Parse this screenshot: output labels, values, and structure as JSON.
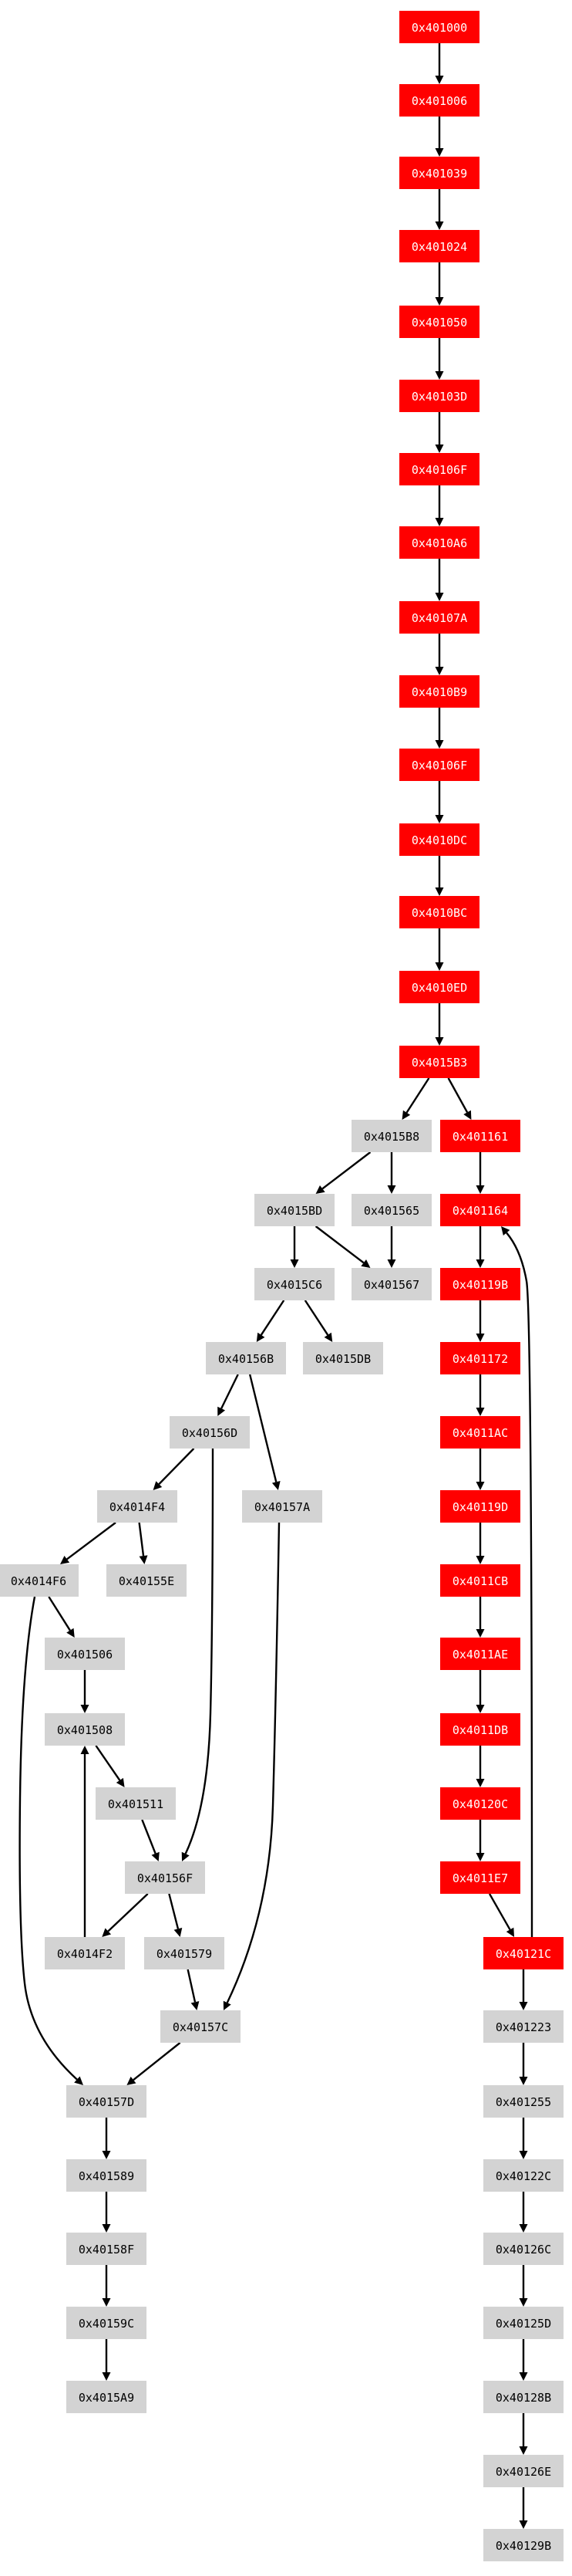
{
  "colors": {
    "executed": "#ff0000",
    "not_executed": "#d3d3d3",
    "executed_text": "#ffffff",
    "not_executed_text": "#000000",
    "edge": "#000000"
  },
  "nodes": [
    {
      "id": "0x401000",
      "label": "0x401000",
      "state": "executed"
    },
    {
      "id": "0x401006",
      "label": "0x401006",
      "state": "executed"
    },
    {
      "id": "0x401039",
      "label": "0x401039",
      "state": "executed"
    },
    {
      "id": "0x401024",
      "label": "0x401024",
      "state": "executed"
    },
    {
      "id": "0x401050",
      "label": "0x401050",
      "state": "executed"
    },
    {
      "id": "0x40103D",
      "label": "0x40103D",
      "state": "executed"
    },
    {
      "id": "0x40106F",
      "label": "0x40106F",
      "state": "executed"
    },
    {
      "id": "0x4010A6",
      "label": "0x4010A6",
      "state": "executed"
    },
    {
      "id": "0x40107A",
      "label": "0x40107A",
      "state": "executed"
    },
    {
      "id": "0x4010B9",
      "label": "0x4010B9",
      "state": "executed"
    },
    {
      "id": "0x40106F_2",
      "label": "0x40106F",
      "state": "executed"
    },
    {
      "id": "0x4010DC",
      "label": "0x4010DC",
      "state": "executed"
    },
    {
      "id": "0x4010BC",
      "label": "0x4010BC",
      "state": "executed"
    },
    {
      "id": "0x4010ED",
      "label": "0x4010ED",
      "state": "executed"
    },
    {
      "id": "0x4015B3",
      "label": "0x4015B3",
      "state": "executed"
    },
    {
      "id": "0x4015B8",
      "label": "0x4015B8",
      "state": "not_executed"
    },
    {
      "id": "0x401161",
      "label": "0x401161",
      "state": "executed"
    },
    {
      "id": "0x4015BD",
      "label": "0x4015BD",
      "state": "not_executed"
    },
    {
      "id": "0x401565",
      "label": "0x401565",
      "state": "not_executed"
    },
    {
      "id": "0x401164",
      "label": "0x401164",
      "state": "executed"
    },
    {
      "id": "0x4015C6",
      "label": "0x4015C6",
      "state": "not_executed"
    },
    {
      "id": "0x401567",
      "label": "0x401567",
      "state": "not_executed"
    },
    {
      "id": "0x40119B",
      "label": "0x40119B",
      "state": "executed"
    },
    {
      "id": "0x40156B",
      "label": "0x40156B",
      "state": "not_executed"
    },
    {
      "id": "0x4015DB",
      "label": "0x4015DB",
      "state": "not_executed"
    },
    {
      "id": "0x401172",
      "label": "0x401172",
      "state": "executed"
    },
    {
      "id": "0x40156D",
      "label": "0x40156D",
      "state": "not_executed"
    },
    {
      "id": "0x4011AC",
      "label": "0x4011AC",
      "state": "executed"
    },
    {
      "id": "0x4014F4",
      "label": "0x4014F4",
      "state": "not_executed"
    },
    {
      "id": "0x40157A",
      "label": "0x40157A",
      "state": "not_executed"
    },
    {
      "id": "0x40119D",
      "label": "0x40119D",
      "state": "executed"
    },
    {
      "id": "0x4014F6",
      "label": "0x4014F6",
      "state": "not_executed"
    },
    {
      "id": "0x40155E",
      "label": "0x40155E",
      "state": "not_executed"
    },
    {
      "id": "0x4011CB",
      "label": "0x4011CB",
      "state": "executed"
    },
    {
      "id": "0x401506",
      "label": "0x401506",
      "state": "not_executed"
    },
    {
      "id": "0x4011AE",
      "label": "0x4011AE",
      "state": "executed"
    },
    {
      "id": "0x401508",
      "label": "0x401508",
      "state": "not_executed"
    },
    {
      "id": "0x4011DB",
      "label": "0x4011DB",
      "state": "executed"
    },
    {
      "id": "0x401511",
      "label": "0x401511",
      "state": "not_executed"
    },
    {
      "id": "0x40120C",
      "label": "0x40120C",
      "state": "executed"
    },
    {
      "id": "0x40156F",
      "label": "0x40156F",
      "state": "not_executed"
    },
    {
      "id": "0x4011E7",
      "label": "0x4011E7",
      "state": "executed"
    },
    {
      "id": "0x4014F2",
      "label": "0x4014F2",
      "state": "not_executed"
    },
    {
      "id": "0x401579",
      "label": "0x401579",
      "state": "not_executed"
    },
    {
      "id": "0x40121C",
      "label": "0x40121C",
      "state": "executed"
    },
    {
      "id": "0x40157C",
      "label": "0x40157C",
      "state": "not_executed"
    },
    {
      "id": "0x401223",
      "label": "0x401223",
      "state": "not_executed"
    },
    {
      "id": "0x40157D",
      "label": "0x40157D",
      "state": "not_executed"
    },
    {
      "id": "0x401255",
      "label": "0x401255",
      "state": "not_executed"
    },
    {
      "id": "0x401589",
      "label": "0x401589",
      "state": "not_executed"
    },
    {
      "id": "0x40122C",
      "label": "0x40122C",
      "state": "not_executed"
    },
    {
      "id": "0x40158F",
      "label": "0x40158F",
      "state": "not_executed"
    },
    {
      "id": "0x40126C",
      "label": "0x40126C",
      "state": "not_executed"
    },
    {
      "id": "0x40159C",
      "label": "0x40159C",
      "state": "not_executed"
    },
    {
      "id": "0x40125D",
      "label": "0x40125D",
      "state": "not_executed"
    },
    {
      "id": "0x4015A9",
      "label": "0x4015A9",
      "state": "not_executed"
    },
    {
      "id": "0x40128B",
      "label": "0x40128B",
      "state": "not_executed"
    },
    {
      "id": "0x40126E",
      "label": "0x40126E",
      "state": "not_executed"
    },
    {
      "id": "0x40129B",
      "label": "0x40129B",
      "state": "not_executed"
    }
  ],
  "edges": [
    [
      "0x401000",
      "0x401006"
    ],
    [
      "0x401006",
      "0x401039"
    ],
    [
      "0x401039",
      "0x401024"
    ],
    [
      "0x401024",
      "0x401050"
    ],
    [
      "0x401050",
      "0x40103D"
    ],
    [
      "0x40103D",
      "0x40106F"
    ],
    [
      "0x40106F",
      "0x4010A6"
    ],
    [
      "0x4010A6",
      "0x40107A"
    ],
    [
      "0x40107A",
      "0x4010B9"
    ],
    [
      "0x4010B9",
      "0x40106F_2"
    ],
    [
      "0x40106F_2",
      "0x4010DC"
    ],
    [
      "0x4010DC",
      "0x4010BC"
    ],
    [
      "0x4010BC",
      "0x4010ED"
    ],
    [
      "0x4010ED",
      "0x4015B3"
    ],
    [
      "0x4015B3",
      "0x4015B8"
    ],
    [
      "0x4015B3",
      "0x401161"
    ],
    [
      "0x4015B8",
      "0x4015BD"
    ],
    [
      "0x4015B8",
      "0x401565"
    ],
    [
      "0x4015BD",
      "0x4015C6"
    ],
    [
      "0x4015BD",
      "0x401567"
    ],
    [
      "0x401565",
      "0x401567"
    ],
    [
      "0x4015C6",
      "0x40156B"
    ],
    [
      "0x4015C6",
      "0x4015DB"
    ],
    [
      "0x40156B",
      "0x40156D"
    ],
    [
      "0x40156B",
      "0x40157A"
    ],
    [
      "0x40156D",
      "0x4014F4"
    ],
    [
      "0x40156D",
      "0x40156F"
    ],
    [
      "0x4014F4",
      "0x4014F6"
    ],
    [
      "0x4014F4",
      "0x40155E"
    ],
    [
      "0x4014F6",
      "0x401506"
    ],
    [
      "0x4014F6",
      "0x40157D"
    ],
    [
      "0x401506",
      "0x401508"
    ],
    [
      "0x401508",
      "0x401511"
    ],
    [
      "0x401511",
      "0x40156F"
    ],
    [
      "0x40156F",
      "0x4014F2"
    ],
    [
      "0x40156F",
      "0x401579"
    ],
    [
      "0x4014F2",
      "0x401508"
    ],
    [
      "0x401579",
      "0x40157C"
    ],
    [
      "0x40157A",
      "0x40157C"
    ],
    [
      "0x40157C",
      "0x40157D"
    ],
    [
      "0x40157D",
      "0x401589"
    ],
    [
      "0x401589",
      "0x40158F"
    ],
    [
      "0x40158F",
      "0x40159C"
    ],
    [
      "0x40159C",
      "0x4015A9"
    ],
    [
      "0x401161",
      "0x401164"
    ],
    [
      "0x401164",
      "0x40119B"
    ],
    [
      "0x40119B",
      "0x401172"
    ],
    [
      "0x401172",
      "0x4011AC"
    ],
    [
      "0x4011AC",
      "0x40119D"
    ],
    [
      "0x40119D",
      "0x4011CB"
    ],
    [
      "0x4011CB",
      "0x4011AE"
    ],
    [
      "0x4011AE",
      "0x4011DB"
    ],
    [
      "0x4011DB",
      "0x40120C"
    ],
    [
      "0x40120C",
      "0x4011E7"
    ],
    [
      "0x4011E7",
      "0x40121C"
    ],
    [
      "0x40121C",
      "0x401164"
    ],
    [
      "0x40121C",
      "0x401223"
    ],
    [
      "0x401223",
      "0x401255"
    ],
    [
      "0x401255",
      "0x40122C"
    ],
    [
      "0x40122C",
      "0x40126C"
    ],
    [
      "0x40126C",
      "0x40125D"
    ],
    [
      "0x40125D",
      "0x40128B"
    ],
    [
      "0x40128B",
      "0x40126E"
    ],
    [
      "0x40126E",
      "0x40129B"
    ]
  ]
}
